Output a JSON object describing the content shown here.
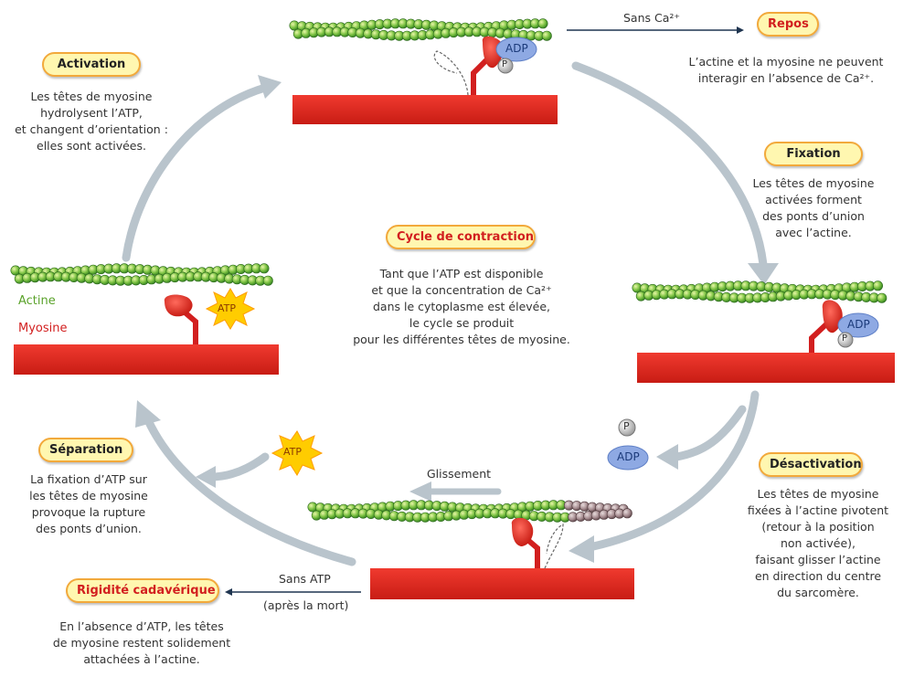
{
  "top_transition": {
    "label": "Sans Ca²⁺"
  },
  "bottom_transition": {
    "label_line1": "Sans ATP",
    "label_line2": "(après la mort)"
  },
  "glissement": {
    "label": "Glissement"
  },
  "molecules": {
    "adp": "ADP",
    "p": "P",
    "atp": "ATP"
  },
  "legend": {
    "actine": "Actine",
    "myosine": "Myosine"
  },
  "colors": {
    "actin_green": "#7cc242",
    "myosin_red": "#e1251b",
    "arrow_gray": "#b9c4cc",
    "pill_fill": "#fff7b0",
    "pill_border": "#f2a93b",
    "adp_blue": "#8ea9e3"
  },
  "stages": {
    "repos": {
      "title": "Repos",
      "lines": [
        "L’actine et la myosine ne peuvent",
        "interagir en l’absence de Ca²⁺."
      ]
    },
    "fixation": {
      "title": "Fixation",
      "lines": [
        "Les têtes de myosine",
        "activées forment",
        "des ponts d’union",
        "avec l’actine."
      ]
    },
    "desactivation": {
      "title": "Désactivation",
      "lines": [
        "Les têtes de myosine",
        "fixées à l’actine pivotent",
        "(retour à la position",
        "non activée),",
        "faisant glisser l’actine",
        "en direction du centre",
        "du sarcomère."
      ]
    },
    "separation": {
      "title": "Séparation",
      "lines": [
        "La fixation d’ATP sur",
        "les têtes de myosine",
        "provoque la rupture",
        "des ponts d’union."
      ]
    },
    "activation": {
      "title": "Activation",
      "lines": [
        "Les têtes de myosine",
        "hydrolysent l’ATP,",
        "et changent d’orientation :",
        "elles sont activées."
      ]
    },
    "rigidite": {
      "title": "Rigidité cadavérique",
      "lines": [
        "En l’absence d’ATP, les têtes",
        "de myosine restent solidement",
        "attachées à l’actine."
      ]
    },
    "cycle": {
      "title": "Cycle de contraction",
      "lines": [
        "Tant que l’ATP est disponible",
        "et que la concentration de Ca²⁺",
        "dans le cytoplasme est élevée,",
        "le cycle se produit",
        "pour les différentes têtes de myosine."
      ]
    }
  }
}
